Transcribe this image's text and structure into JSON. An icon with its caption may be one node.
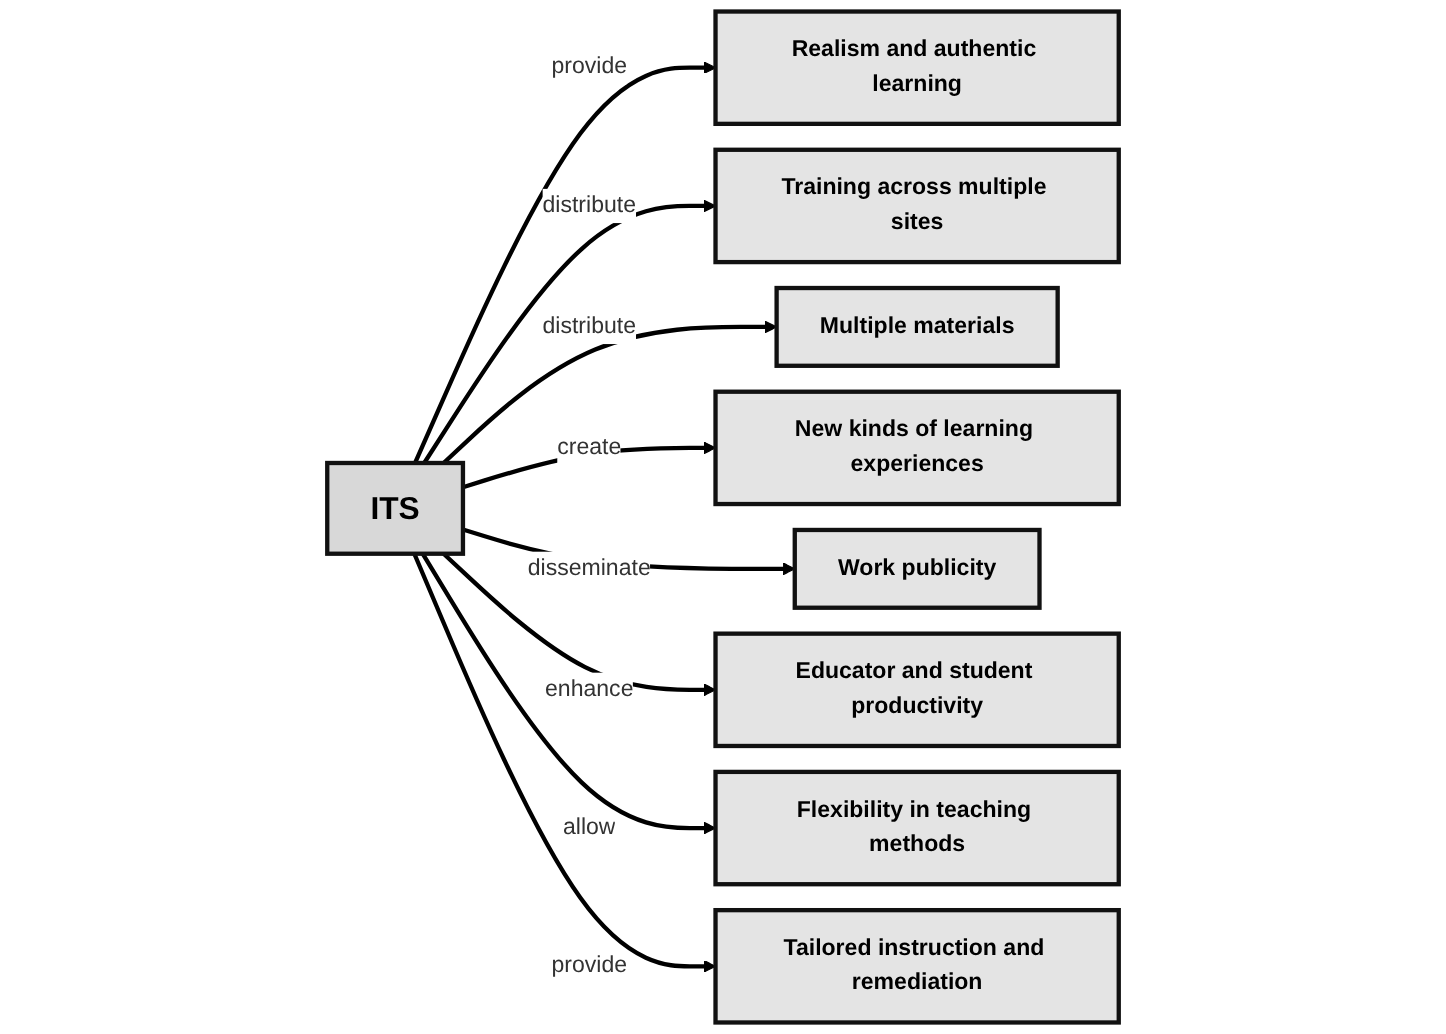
{
  "diagram": {
    "nodes": [
      {
        "text": [
          "ITS"
        ]
      },
      {
        "text": [
          "Realism and authentic learning"
        ]
      },
      {
        "text": [
          "Training across multiple sites"
        ]
      },
      {
        "text": [
          "Multiple materials"
        ]
      },
      {
        "text": [
          "New kinds of learning experiences"
        ]
      },
      {
        "text": [
          "Work publicity"
        ]
      },
      {
        "text": [
          "Educator and student productivity"
        ]
      },
      {
        "text": [
          "Flexibility in teaching methods"
        ]
      },
      {
        "text": [
          "Tailored instruction and remediation"
        ]
      }
    ],
    "edges": [
      {
        "from": 0,
        "to": 1,
        "arrow": "to",
        "label": "provide"
      },
      {
        "from": 0,
        "to": 2,
        "arrow": "to",
        "label": "distribute"
      },
      {
        "from": 0,
        "to": 3,
        "arrow": "to",
        "label": "distribute"
      },
      {
        "from": 0,
        "to": 4,
        "arrow": "to",
        "label": "create"
      },
      {
        "from": 0,
        "to": 5,
        "arrow": "to",
        "label": "disseminate"
      },
      {
        "from": 0,
        "to": 6,
        "arrow": "to",
        "label": "enhance"
      },
      {
        "from": 0,
        "to": 7,
        "arrow": "to",
        "label": "allow"
      },
      {
        "from": 0,
        "to": 8,
        "arrow": "to",
        "label": "provide"
      }
    ]
  }
}
